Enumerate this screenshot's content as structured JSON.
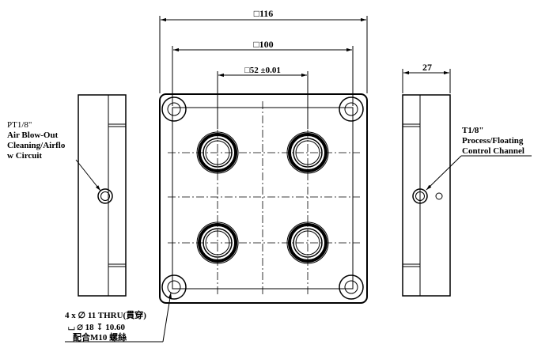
{
  "dimensions": {
    "outer_square": "□116",
    "middle_square": "□100",
    "inner_square": "□52 ±0.01",
    "side_width": "27"
  },
  "notes": {
    "left_port_line1": "PT1/8\"",
    "left_port_line2": "Air Blow-Out",
    "left_port_line3": "Cleaning/Airflo",
    "left_port_line4": "w Circuit",
    "right_port_line1": "T1/8\"",
    "right_port_line2": "Process/Floating",
    "right_port_line3": "Control Channel",
    "hole_line1": "4 x ∅ 11 THRU(貫穿)",
    "hole_line2": "⌴ ∅ 18 ↧ 10.60",
    "hole_line3": "配合M10 螺絲"
  }
}
